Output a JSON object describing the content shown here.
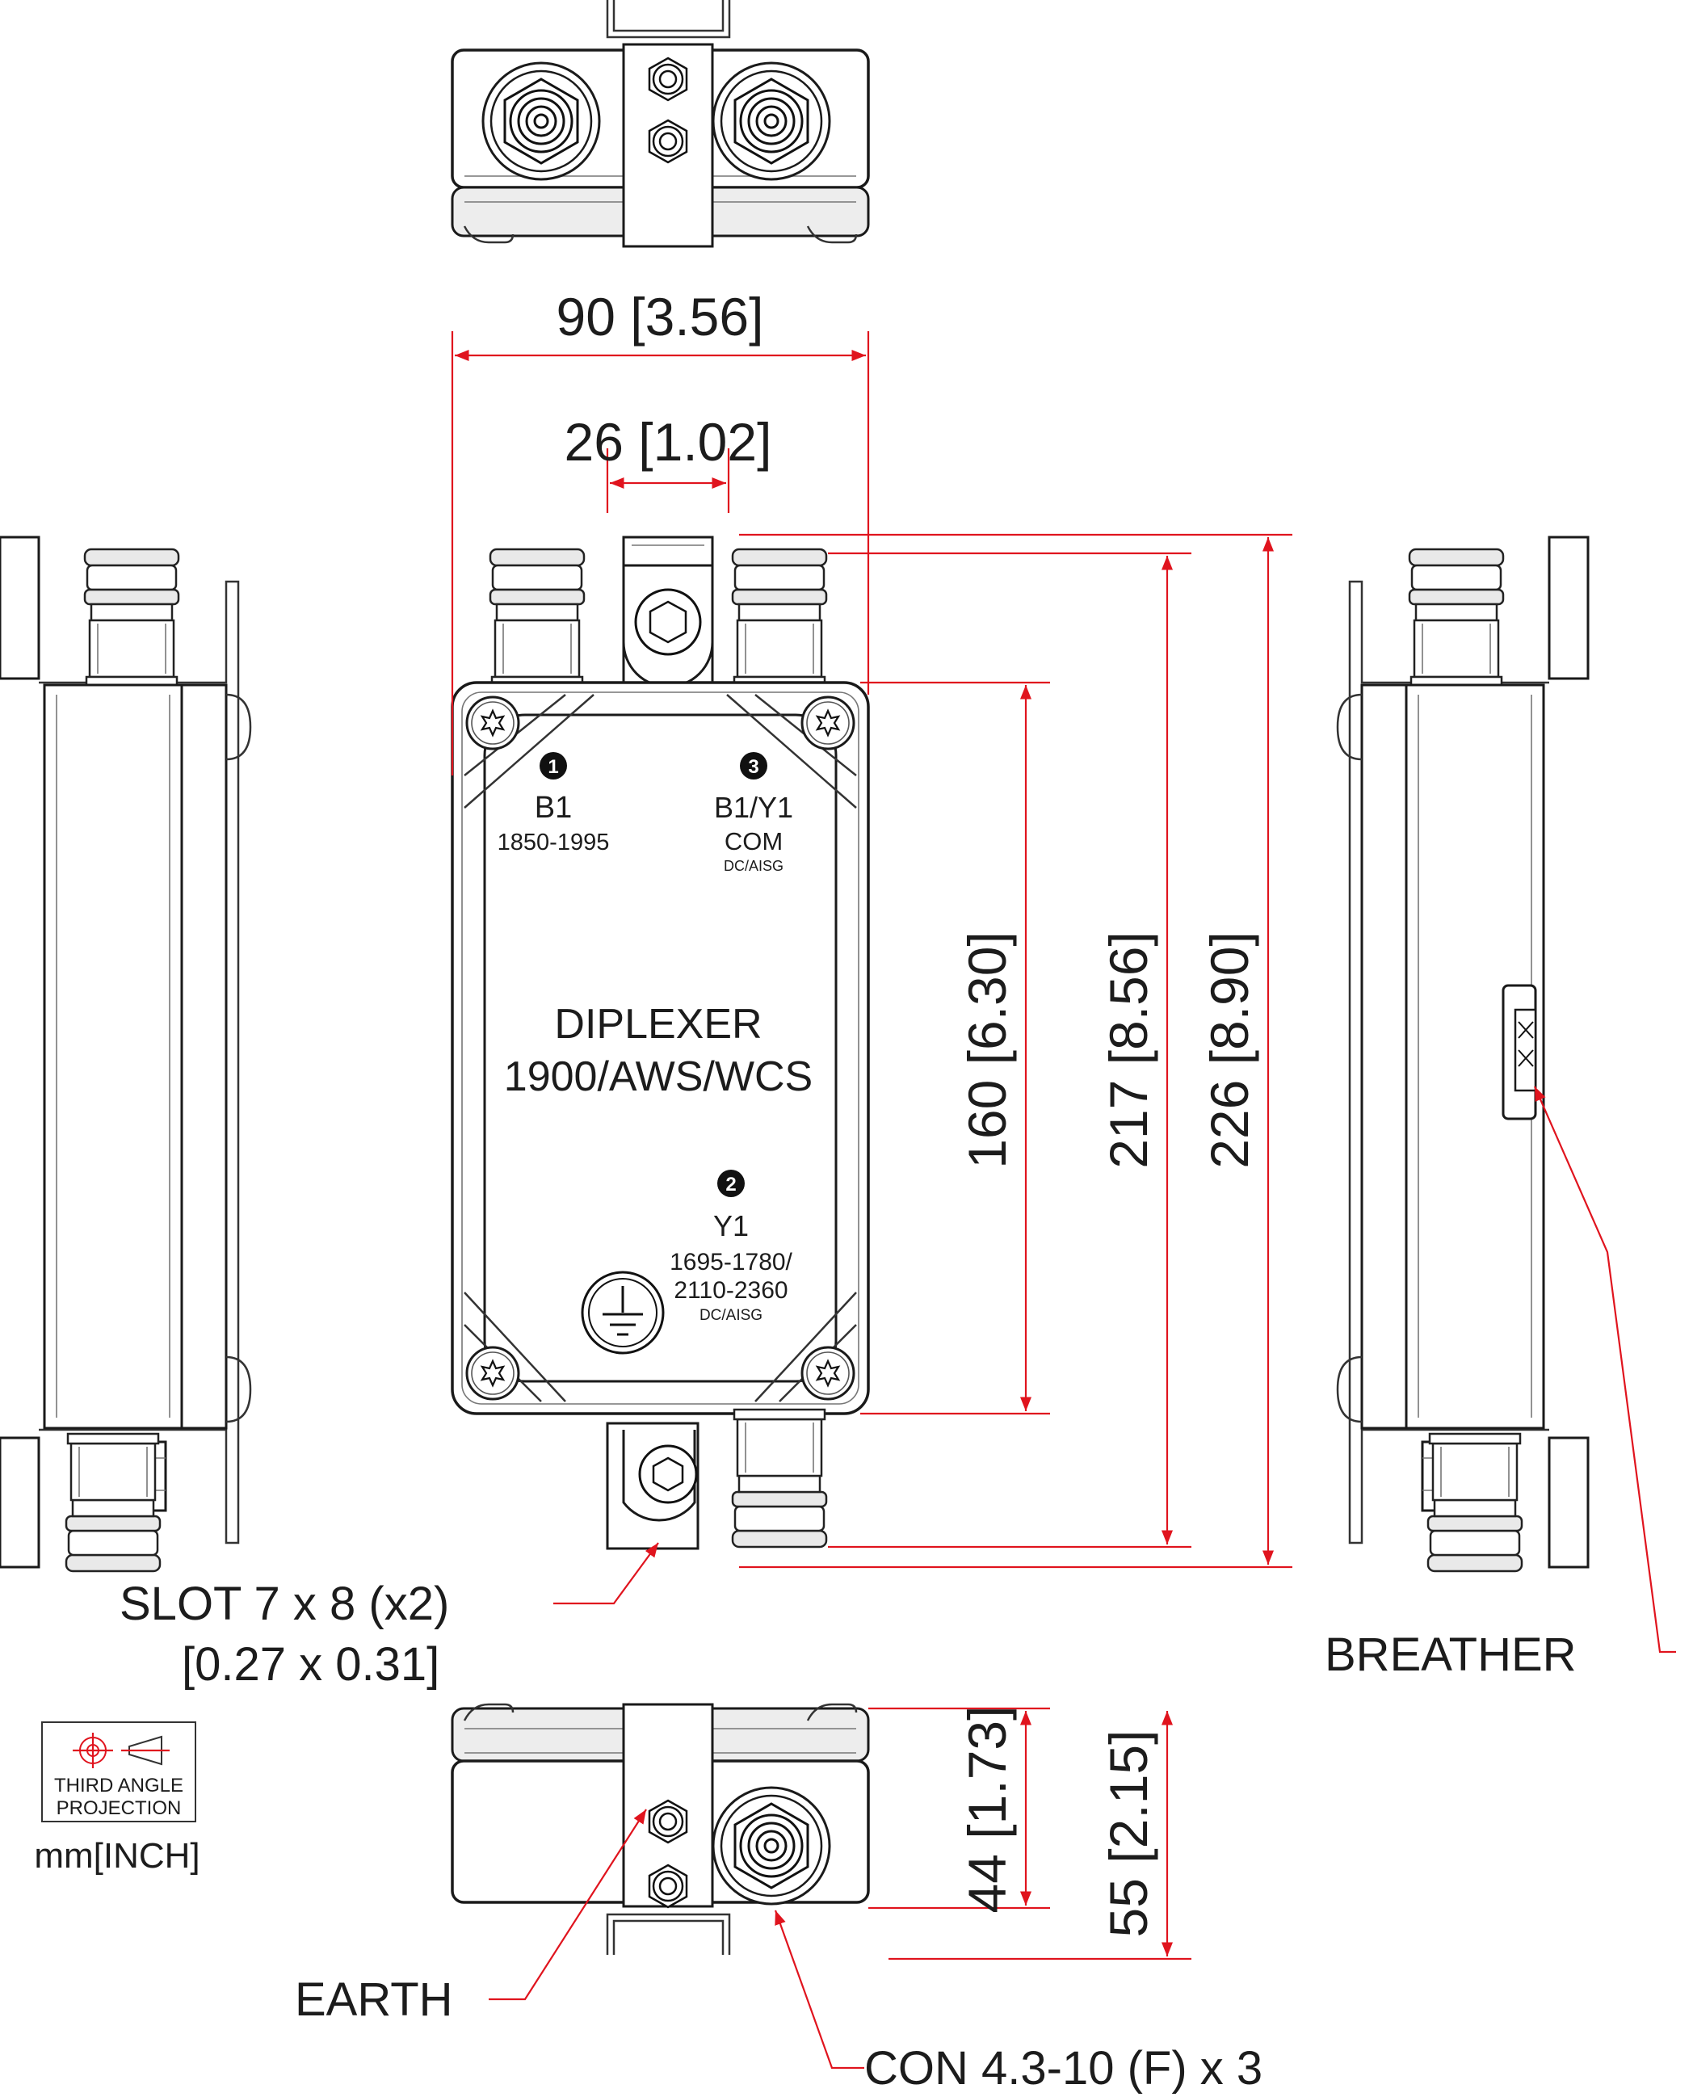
{
  "views": {
    "top_view": "top",
    "front_view": "front",
    "left_view": "left",
    "right_view": "right",
    "bottom_view": "bottom"
  },
  "front_labels": {
    "port1": {
      "number": "1",
      "name": "B1",
      "range": "1850-1995",
      "extra": ""
    },
    "port3": {
      "number": "3",
      "name": "B1/Y1",
      "range": "COM",
      "extra": "DC/AISG"
    },
    "port2": {
      "number": "2",
      "name": "Y1",
      "range1": "1695-1780/",
      "range2": "2110-2360",
      "extra": "DC/AISG"
    },
    "title_line1": "DIPLEXER",
    "title_line2": "1900/AWS/WCS"
  },
  "dimensions": {
    "width": "90 [3.56]",
    "spacing": "26 [1.02]",
    "body_length": "160 [6.30]",
    "length_217": "217 [8.56]",
    "overall_length": "226 [8.90]",
    "depth_44": "44 [1.73]",
    "depth_55": "55 [2.15]"
  },
  "callouts": {
    "slot_line1": "SLOT 7 x 8 (x2)",
    "slot_line2": "[0.27 x 0.31]",
    "breather": "BREATHER",
    "earth": "EARTH",
    "connector": "CON 4.3-10 (F) x 3"
  },
  "projection": {
    "line1": "THIRD ANGLE",
    "line2": "PROJECTION",
    "units": "mm[INCH]"
  },
  "colors": {
    "dimension_line": "#e0141e",
    "outline": "#1a1a1a"
  },
  "icons": {
    "earth": "earth-ground-icon",
    "torx": "torx-screw-icon",
    "projection": "third-angle-projection-icon"
  }
}
